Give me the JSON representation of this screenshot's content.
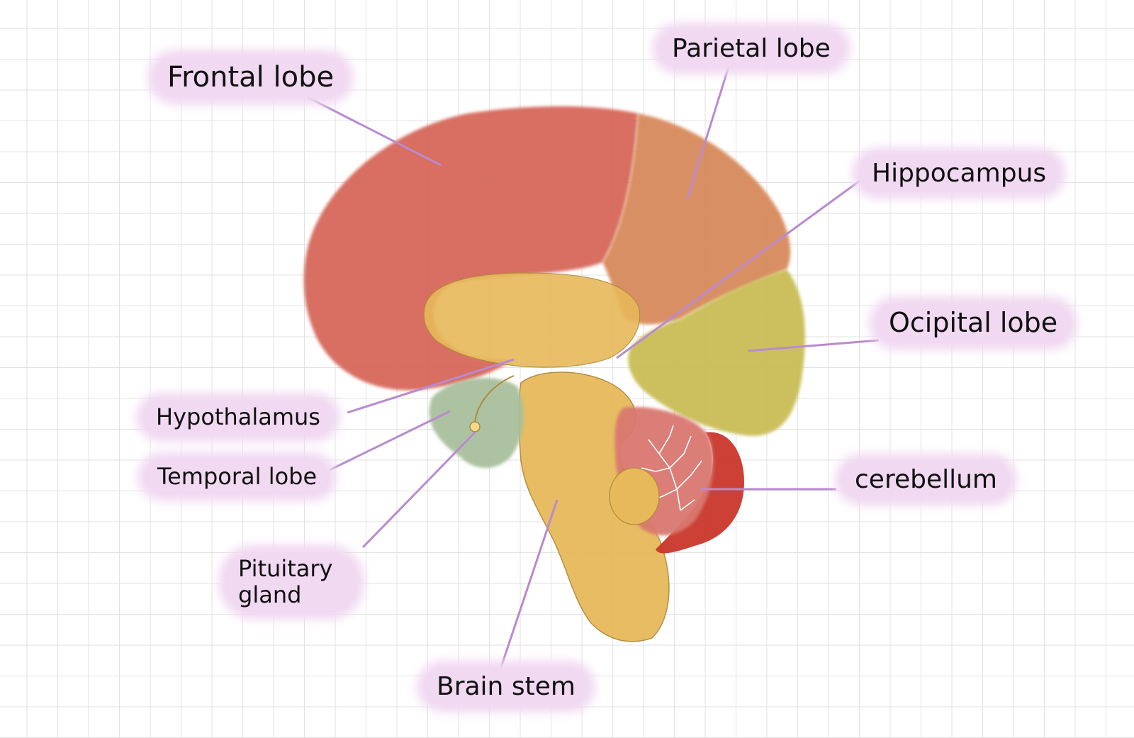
{
  "diagram": {
    "labels": {
      "frontal_lobe": "Frontal lobe",
      "parietal_lobe": "Parietal lobe",
      "hippocampus": "Hippocampus",
      "occipital_lobe": "Ocipital lobe",
      "hypothalamus": "Hypothalamus",
      "temporal_lobe": "Temporal lobe",
      "pituitary_gland": "Pituitary gland",
      "cerebellum": "cerebellum",
      "brain_stem": "Brain stem"
    },
    "colors": {
      "frontal": "#d6675a",
      "parietal": "#d88a5c",
      "occipital": "#c9bd55",
      "temporal": "#a9bf9c",
      "core": "#e7b95a",
      "cerebellum": "#d9786f",
      "cerebellum_edge": "#c9362a",
      "leader_line": "#b98ad0",
      "label_bg": "#f1d9f2"
    }
  }
}
